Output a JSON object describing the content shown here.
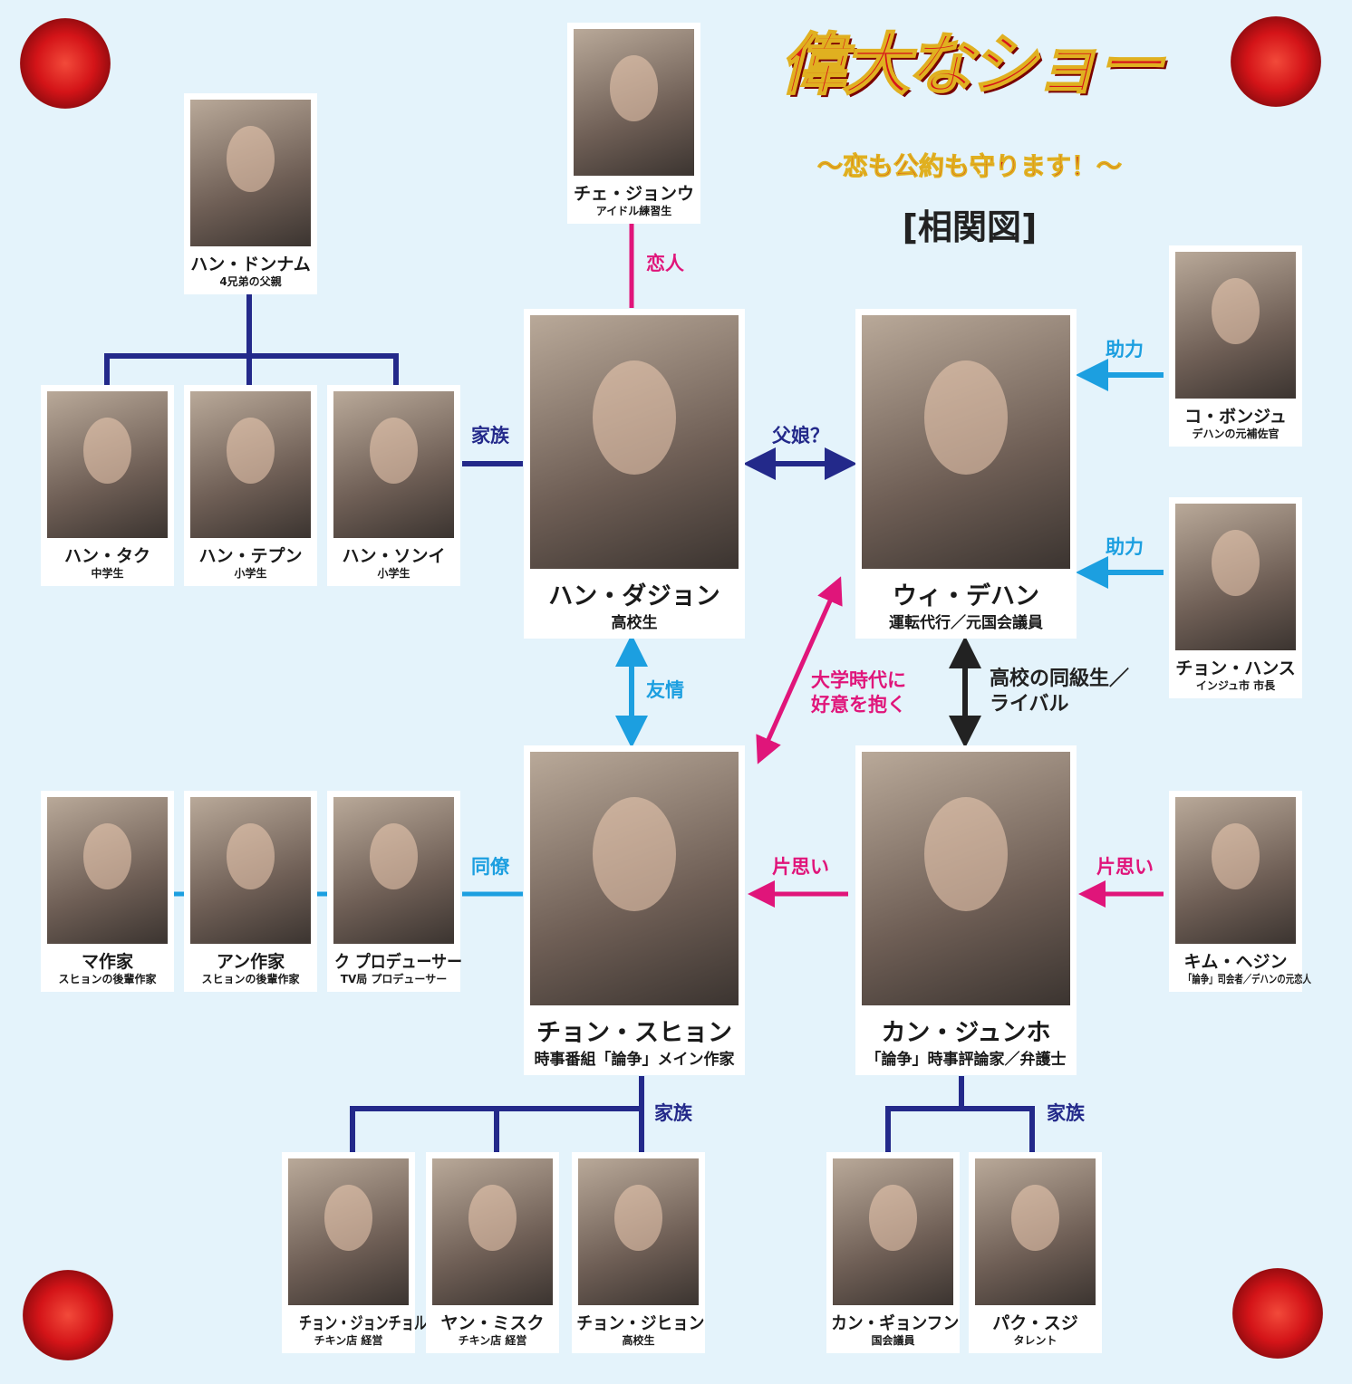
{
  "title": {
    "main": "偉大なショー",
    "sub": "〜恋も公約も守ります！〜",
    "chart": "[相関図]"
  },
  "people": {
    "choi": {
      "name": "チェ・ジョンウ",
      "role": "アイドル練習生"
    },
    "dongnam": {
      "name": "ハン・ドンナム",
      "role": "4兄弟の父親"
    },
    "tak": {
      "name": "ハン・タク",
      "role": "中学生"
    },
    "taepung": {
      "name": "ハン・テプン",
      "role": "小学生"
    },
    "soni": {
      "name": "ハン・ソンイ",
      "role": "小学生"
    },
    "dajung": {
      "name": "ハン・ダジョン",
      "role": "高校生"
    },
    "daehan": {
      "name": "ウィ・デハン",
      "role": "運転代行／元国会議員"
    },
    "bonju": {
      "name": "コ・ボンジュ",
      "role": "デハンの元補佐官"
    },
    "hansu": {
      "name": "チョン・ハンス",
      "role": "インジュ市 市長"
    },
    "suhyun": {
      "name": "チョン・スヒョン",
      "role": "時事番組「論争」メイン作家"
    },
    "junho": {
      "name": "カン・ジュンホ",
      "role": "「論争」時事評論家／弁護士"
    },
    "ma": {
      "name": "マ作家",
      "role": "スヒョンの後輩作家"
    },
    "an": {
      "name": "アン作家",
      "role": "スヒョンの後輩作家"
    },
    "ku": {
      "name": "ク プロデューサー",
      "role": "TV局 プロデューサー"
    },
    "hyejin": {
      "name": "キム・ヘジン",
      "role": "「論争」司会者／デハンの元恋人"
    },
    "jungchul": {
      "name": "チョン・ジョンチョル",
      "role": "チキン店 経営"
    },
    "misuk": {
      "name": "ヤン・ミスク",
      "role": "チキン店 経営"
    },
    "jihyun": {
      "name": "チョン・ジヒョン",
      "role": "高校生"
    },
    "kyunghun": {
      "name": "カン・ギョンフン",
      "role": "国会議員"
    },
    "suji": {
      "name": "パク・スジ",
      "role": "タレント"
    }
  },
  "relations": {
    "lover": "恋人",
    "family1": "家族",
    "father": "父娘？",
    "help1": "助力",
    "help2": "助力",
    "friend": "友情",
    "college": "大学時代に\n好意を抱く",
    "classmate": "高校の同級生／\nライバル",
    "coworker": "同僚",
    "crush1": "片思い",
    "crush2": "片思い",
    "family2": "家族",
    "family3": "家族"
  },
  "colors": {
    "background": "#e4f3fb",
    "navy": "#23298a",
    "blue": "#1c9fe0",
    "pink": "#e0157a"
  }
}
